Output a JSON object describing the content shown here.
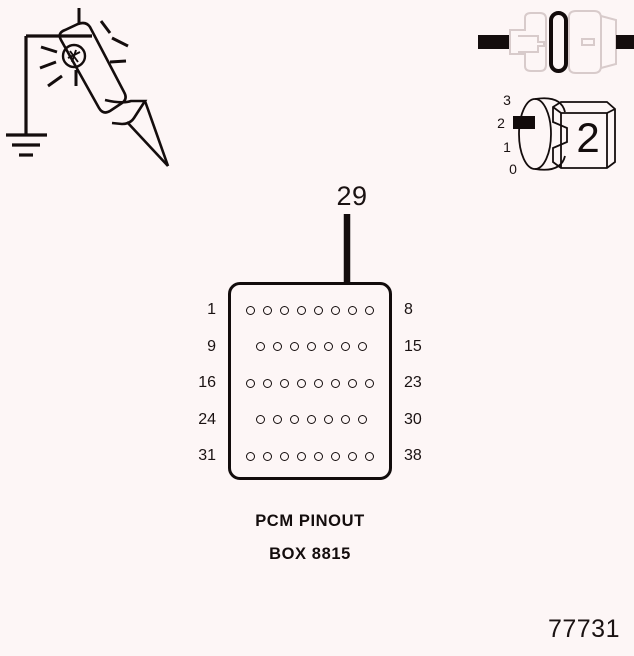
{
  "figure": {
    "id_number": "77731",
    "background_color": "#fdf6f6",
    "line_color": "#140d0d"
  },
  "callout": {
    "number": "29",
    "description": "arrow pointing to pin 29 in the pinout grid"
  },
  "test_light": {
    "icon": "test-light-probe-icon",
    "ground_icon": "ground-symbol-icon",
    "bulb_icon": "bulb-icon"
  },
  "connector_pair": {
    "icon": "connector-disconnect-icon",
    "left_plug_icon": "connector-male-icon",
    "right_plug_icon": "connector-female-icon",
    "highlight_icon": "connector-seal-oval-icon"
  },
  "dial": {
    "icon": "rotary-scale-icon",
    "selected_value": "2",
    "scale_labels": [
      "3",
      "2",
      "1",
      "0"
    ],
    "marker_at": "2"
  },
  "pinout": {
    "caption_line1": "PCM PINOUT",
    "caption_line2": "BOX 8815",
    "left_labels": [
      "1",
      "9",
      "16",
      "24",
      "31"
    ],
    "right_labels": [
      "8",
      "15",
      "23",
      "30",
      "38"
    ],
    "rows": [
      {
        "start": "1",
        "end": "8",
        "pins": 8,
        "offset": false
      },
      {
        "start": "9",
        "end": "15",
        "pins": 7,
        "offset": true
      },
      {
        "start": "16",
        "end": "23",
        "pins": 8,
        "offset": false
      },
      {
        "start": "24",
        "end": "30",
        "pins": 7,
        "offset": true
      },
      {
        "start": "31",
        "end": "38",
        "pins": 8,
        "offset": false
      }
    ],
    "total_pins": 38,
    "highlighted_pin": "29"
  }
}
